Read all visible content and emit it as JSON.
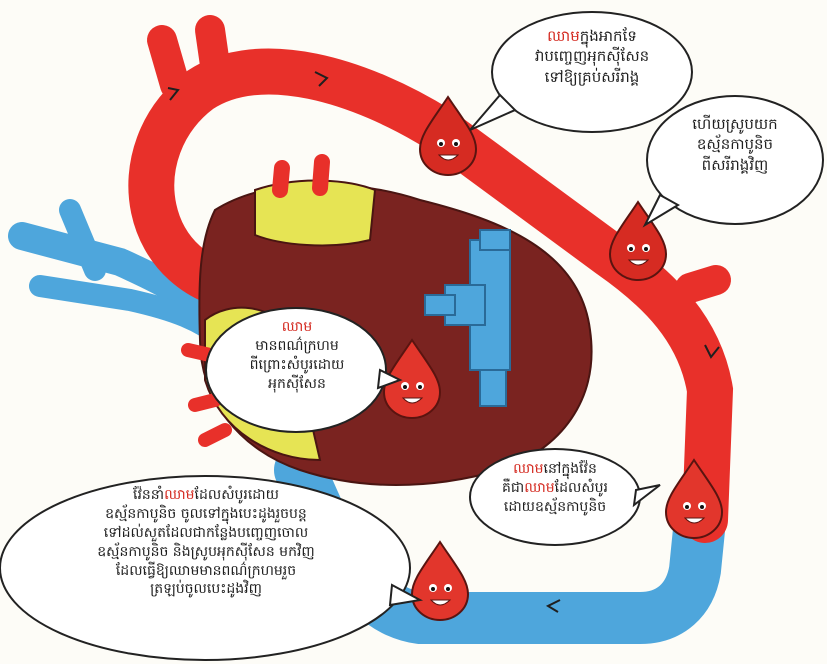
{
  "colors": {
    "artery": "#e8302a",
    "vein": "#4ea6dc",
    "heart": "#7a2320",
    "atrium": "#e6e454",
    "drop": "#d62b22",
    "background": "#fdfcf7"
  },
  "bubbles": {
    "top_right": {
      "keyword": "ឈាម",
      "line1_rest": "ក្នុងអាកទែ",
      "line2": "វាបញ្ចេញអុកស៊ីសែន",
      "line3": "ទៅឱ្យគ្រប់សរីរាង្គ"
    },
    "right": {
      "line1": "ហើយស្រូបយក",
      "line2": "ឧស្ម័នកាបូនិច",
      "line3": "ពីសរីរាង្គវិញ"
    },
    "heart": {
      "keyword": "ឈាម",
      "line1": "មានពណ៌ក្រហម",
      "line2": "ពីព្រោះសំបូរដោយ",
      "line3": "អុកស៊ីសែន"
    },
    "vein": {
      "kw1": "ឈាម",
      "line1_rest": "នៅក្នុងវ៉ែន",
      "line2_pre": "គឺជា",
      "kw2": "ឈាម",
      "line2_rest": "ដែលសំបូរ",
      "line3": "ដោយឧស្ម័នកាបូនិច"
    },
    "bottom_left": {
      "line1_pre": "វ៉ែននាំ",
      "keyword": "ឈាម",
      "line1_rest": "ដែលសំបូរដោយ",
      "line2": "ឧស្ម័នកាបូនិច ចូលទៅក្នុងបេះដូងរួចបន្ត",
      "line3": "ទៅដល់សួតដែលជាកន្លែងបញ្ចេញចោល",
      "line4": "ឧស្ម័នកាបូនិច និងស្រូបអុកស៊ីសែន មកវិញ",
      "line5": "ដែលធ្វើឱ្យឈាមមានពណ៌ក្រហមរួច",
      "line6": "ត្រឡប់ចូលបេះដូងវិញ"
    }
  }
}
